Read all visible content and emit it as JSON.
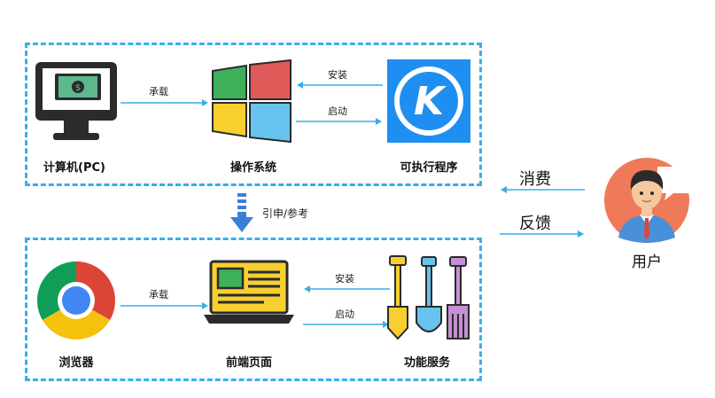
{
  "top_group": {
    "computer": {
      "label": "计算机(PC)",
      "icon": "computer-monitor-icon"
    },
    "os": {
      "label": "操作系统",
      "icon": "windows-logo-icon"
    },
    "executable": {
      "label": "可执行程序",
      "icon": "kugou-k-app-icon",
      "letter": "K"
    },
    "edge_carry": "承载",
    "edge_install": "安装",
    "edge_launch": "启动"
  },
  "middle": {
    "reference_label": "引申/参考"
  },
  "bottom_group": {
    "browser": {
      "label": "浏览器",
      "icon": "chrome-icon"
    },
    "frontend": {
      "label": "前端页面",
      "icon": "laptop-page-icon"
    },
    "services": {
      "label": "功能服务",
      "icon": "tools-icon"
    },
    "edge_carry": "承载",
    "edge_install": "安装",
    "edge_launch": "启动"
  },
  "user": {
    "label": "用户",
    "icon": "user-avatar-icon",
    "consume_label": "消费",
    "feedback_label": "反馈"
  },
  "colors": {
    "dash_border": "#3aaee6",
    "arrow": "#3aaee6",
    "kugou_blue": "#1e8ff0",
    "user_circle": "#ef7a5a"
  }
}
